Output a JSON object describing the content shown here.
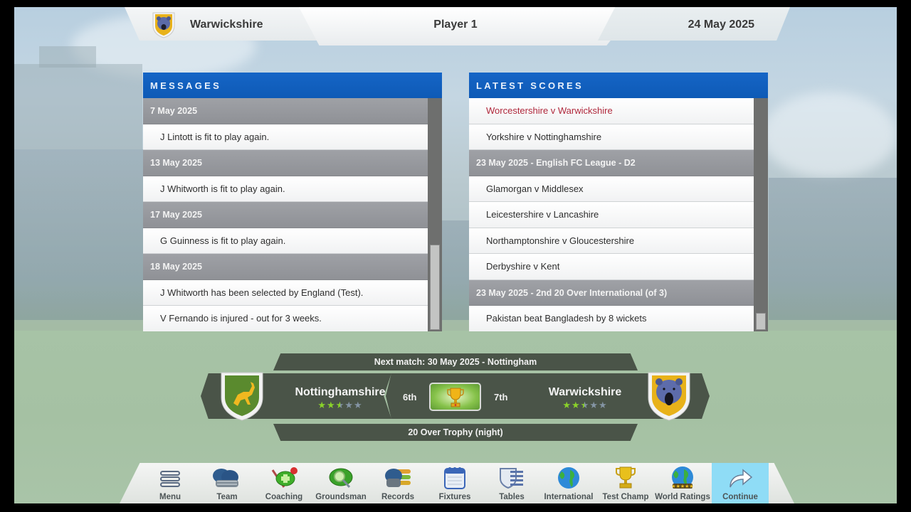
{
  "header": {
    "team": "Warwickshire",
    "player": "Player 1",
    "date": "24 May 2025"
  },
  "messages": {
    "title": "MESSAGES",
    "rows": [
      {
        "type": "date",
        "text": "7 May 2025"
      },
      {
        "type": "item",
        "text": "J Lintott is fit to play again."
      },
      {
        "type": "date",
        "text": "13 May 2025"
      },
      {
        "type": "item",
        "text": "J Whitworth is fit to play again."
      },
      {
        "type": "date",
        "text": "17 May 2025"
      },
      {
        "type": "item",
        "text": "G Guinness is fit to play again."
      },
      {
        "type": "date",
        "text": "18 May 2025"
      },
      {
        "type": "item",
        "text": "J Whitworth has been selected by England (Test)."
      },
      {
        "type": "item",
        "text": "V Fernando is injured  - out for 3 weeks."
      }
    ]
  },
  "scores": {
    "title": "LATEST SCORES",
    "rows": [
      {
        "type": "item",
        "text": "Worcestershire v Warwickshire",
        "highlight": true
      },
      {
        "type": "item",
        "text": "Yorkshire v Nottinghamshire"
      },
      {
        "type": "date",
        "text": "23 May 2025 - English FC League - D2"
      },
      {
        "type": "item",
        "text": "Glamorgan v Middlesex"
      },
      {
        "type": "item",
        "text": "Leicestershire v Lancashire"
      },
      {
        "type": "item",
        "text": "Northamptonshire v Gloucestershire"
      },
      {
        "type": "item",
        "text": "Derbyshire v Kent"
      },
      {
        "type": "date",
        "text": "23 May 2025 - 2nd 20 Over International (of 3)"
      },
      {
        "type": "item",
        "text": "Pakistan beat Bangladesh by 8 wickets"
      }
    ]
  },
  "next_match": {
    "label": "Next match:  30 May 2025 - Nottingham",
    "competition": "20 Over Trophy (night)",
    "home": {
      "name": "Nottinghamshire",
      "position": "6th",
      "rating": 2.5,
      "max_rating": 5
    },
    "away": {
      "name": "Warwickshire",
      "position": "7th",
      "rating": 2.5,
      "max_rating": 5
    },
    "trophy_icon": "trophy-icon"
  },
  "toolbar": {
    "buttons": [
      {
        "label": "Menu",
        "icon": "menu-icon"
      },
      {
        "label": "Team",
        "icon": "helmets-icon"
      },
      {
        "label": "Coaching",
        "icon": "coaching-icon"
      },
      {
        "label": "Groundsman",
        "icon": "groundsman-icon"
      },
      {
        "label": "Records",
        "icon": "records-icon"
      },
      {
        "label": "Fixtures",
        "icon": "calendar-icon"
      },
      {
        "label": "Tables",
        "icon": "tables-icon"
      },
      {
        "label": "International",
        "icon": "globe-icon"
      },
      {
        "label": "Test Champ",
        "icon": "trophy-icon"
      },
      {
        "label": "World Ratings",
        "icon": "globe-stars-icon"
      },
      {
        "label": "Continue",
        "icon": "continue-arrow-icon",
        "active": true
      }
    ]
  },
  "colors": {
    "panel_header": "#1565c6",
    "highlight_text": "#b0283c",
    "active_button": "#8fdcf6",
    "banner": "#4a5448",
    "star_on": "#8ad22a",
    "star_off": "#8494a4"
  }
}
